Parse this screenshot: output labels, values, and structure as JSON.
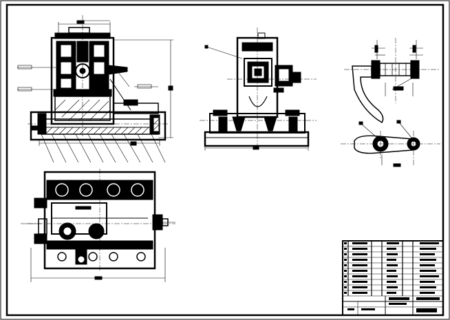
{
  "drawing": {
    "title_block": {
      "rows": 11,
      "columns": 4
    },
    "views": [
      "front-section-view",
      "top-plan-view",
      "side-view",
      "detail-lever-view"
    ],
    "leader_callouts_front": 10,
    "colors": {
      "paper": "#ffffff",
      "ink": "#000000"
    }
  }
}
